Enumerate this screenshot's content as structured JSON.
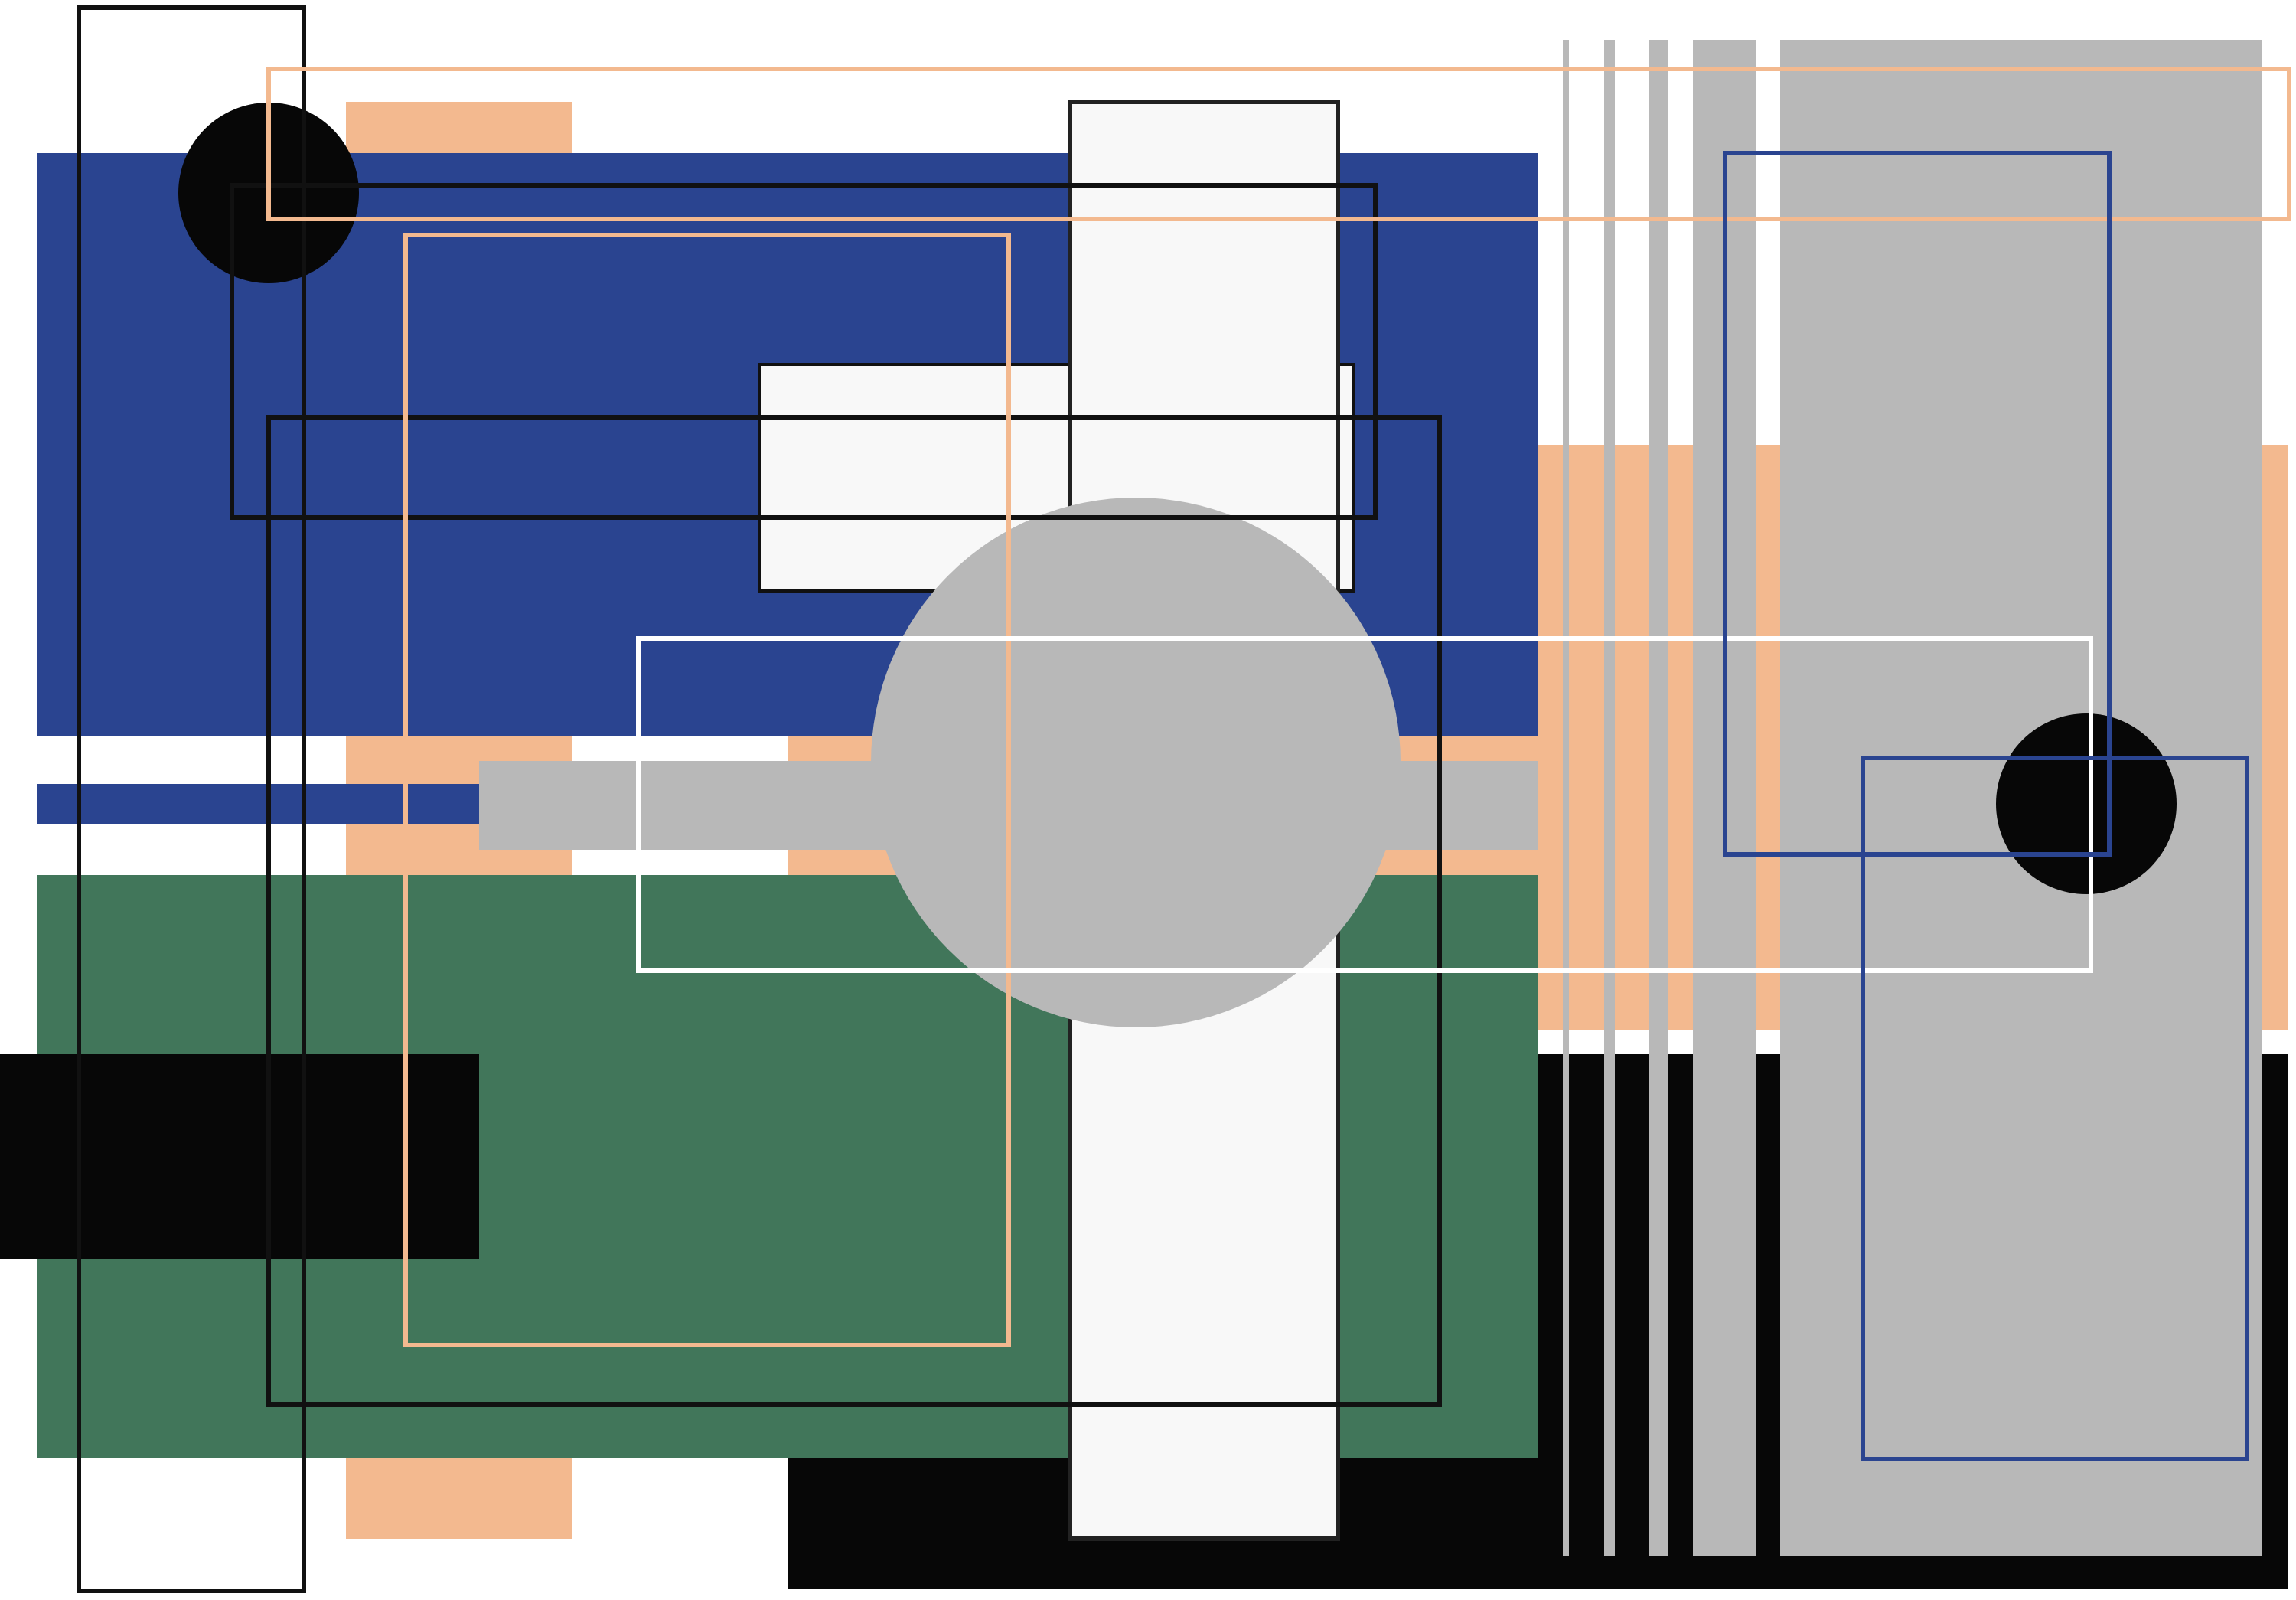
{
  "artwork": {
    "palette": {
      "blue": "#2a4490",
      "peach": "#f3b98f",
      "green": "#41765a",
      "gray": "#b8b8b8",
      "black": "#070707",
      "white": "#f8f8f8",
      "outline_black": "#111111",
      "outline_white": "#ffffff"
    },
    "shapes": [
      "blue-band-top",
      "blue-stripe-thin",
      "green-band",
      "peach-blocks",
      "gray-bar-middle",
      "white-panel",
      "white-vertical-column",
      "gray-circle-center",
      "black-circle-top-left",
      "black-circle-right",
      "black-block-left",
      "black-base-bottom",
      "gray-vertical-lines",
      "gray-panel-right",
      "peach-outline-rectangles",
      "blue-outline-rectangles",
      "black-outline-rectangles",
      "white-outline-rectangle"
    ]
  }
}
